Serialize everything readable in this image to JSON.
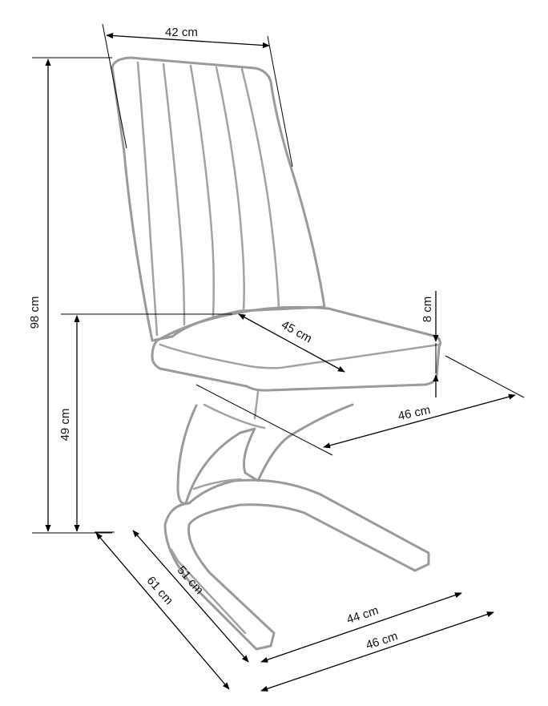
{
  "diagram": {
    "subject": "chair",
    "line_color": "#9a9a9a",
    "dimension_color": "#000000",
    "dimensions": {
      "back_width": "42 cm",
      "total_height": "98 cm",
      "seat_height": "49 cm",
      "seat_depth": "45 cm",
      "seat_thickness": "8 cm",
      "seat_width": "46 cm",
      "base_inner_width": "44 cm",
      "base_outer_width": "46 cm",
      "base_depth": "51 cm",
      "total_depth": "61 cm"
    }
  }
}
